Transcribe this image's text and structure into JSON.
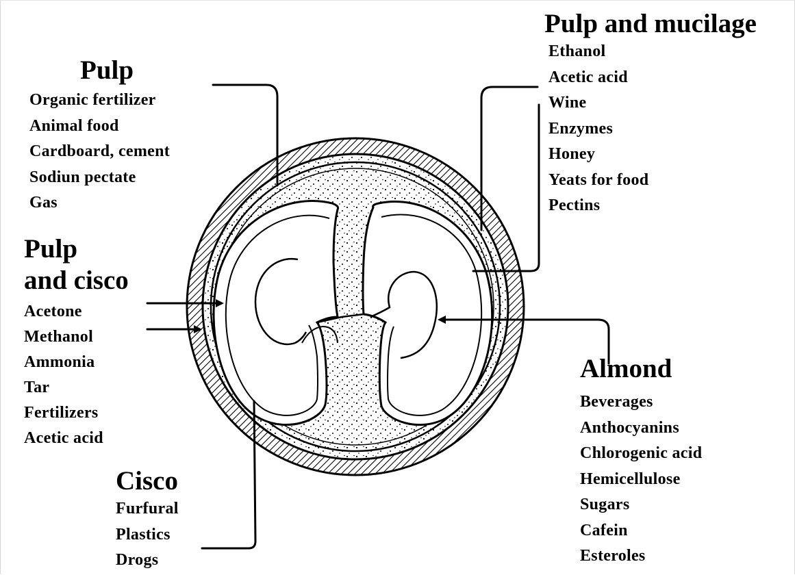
{
  "groups": {
    "pulp": {
      "heading": "Pulp",
      "items": [
        "Organic fertilizer",
        "Animal food",
        "Cardboard, cement",
        "Sodiun pectate",
        "Gas"
      ]
    },
    "pulp_and_mucilage": {
      "heading": "Pulp and mucilage",
      "items": [
        "Ethanol",
        "Acetic acid",
        "Wine",
        "Enzymes",
        "Honey",
        "Yeats for food",
        "Pectins"
      ]
    },
    "pulp_and_cisco": {
      "heading_line1": "Pulp",
      "heading_line2": "and cisco",
      "items": [
        "Acetone",
        "Methanol",
        "Ammonia",
        "Tar",
        "Fertilizers",
        "Acetic acid"
      ]
    },
    "almond": {
      "heading": "Almond",
      "items": [
        "Beverages",
        "Anthocyanins",
        "Chlorogenic acid",
        "Hemicellulose",
        "Sugars",
        "Cafein",
        "Esteroles"
      ]
    },
    "cisco": {
      "heading": "Cisco",
      "items": [
        "Furfural",
        "Plastics",
        "Drogs"
      ]
    }
  },
  "colors": {
    "ink": "#000000",
    "background": "#ffffff"
  }
}
